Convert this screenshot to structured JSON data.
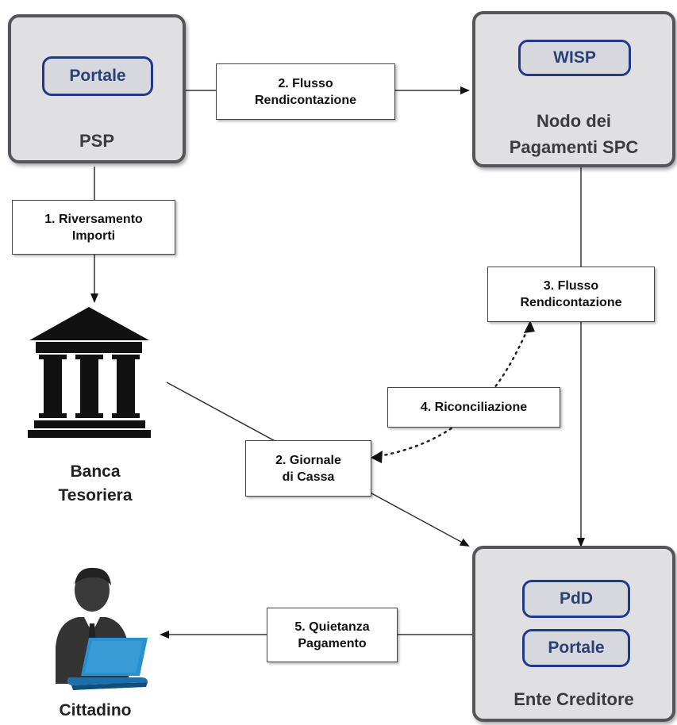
{
  "nodes": {
    "psp": {
      "title": "PSP",
      "pill": "Portale"
    },
    "nodo": {
      "title_line1": "Nodo dei",
      "title_line2": "Pagamenti SPC",
      "pill": "WISP"
    },
    "ente": {
      "title": "Ente Creditore",
      "pills": [
        "PdD",
        "Portale"
      ]
    }
  },
  "labels": {
    "flusso_psp": "2. Flusso\nRendicontazione",
    "riversamento": "1. Riversamento\nImporti",
    "flusso_nodo": "3. Flusso\nRendicontazione",
    "riconciliazione": "4. Riconciliazione",
    "giornale": "2. Giornale\ndi Cassa",
    "quietanza": "5. Quietanza\nPagamento"
  },
  "captions": {
    "banca": "Banca\nTesoriera",
    "cittadino": "Cittadino"
  },
  "icons": {
    "bank": "bank-building-icon",
    "citizen": "user-laptop-icon"
  },
  "colors": {
    "node_fill": "#e0e0e3",
    "node_border": "#555559",
    "pill_border": "#1f3a8a",
    "laptop": "#2a90cf"
  }
}
